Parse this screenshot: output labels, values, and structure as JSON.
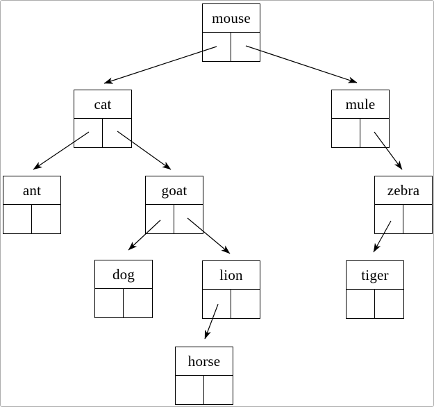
{
  "diagram": {
    "type": "linked-binary-tree",
    "description": "Binary tree node diagram; each node is a record with a name field and two pointer cells (left, right); arrows point from pointer cells to child nodes",
    "colors": {
      "line": "#000000",
      "node_border": "#000000",
      "background": "#ffffff",
      "frame_border": "#adadad"
    },
    "nodes": [
      {
        "label": "mouse",
        "left_child": "cat",
        "right_child": "mule"
      },
      {
        "label": "cat",
        "left_child": "ant",
        "right_child": "goat"
      },
      {
        "label": "mule",
        "left_child": null,
        "right_child": "zebra"
      },
      {
        "label": "ant",
        "left_child": null,
        "right_child": null
      },
      {
        "label": "goat",
        "left_child": "dog",
        "right_child": "lion"
      },
      {
        "label": "zebra",
        "left_child": "tiger",
        "right_child": null
      },
      {
        "label": "dog",
        "left_child": null,
        "right_child": null
      },
      {
        "label": "lion",
        "left_child": "horse",
        "right_child": null
      },
      {
        "label": "tiger",
        "left_child": null,
        "right_child": null
      },
      {
        "label": "horse",
        "left_child": null,
        "right_child": null
      }
    ],
    "edges": [
      {
        "from": "mouse",
        "slot": "left",
        "to": "cat"
      },
      {
        "from": "mouse",
        "slot": "right",
        "to": "mule"
      },
      {
        "from": "cat",
        "slot": "left",
        "to": "ant"
      },
      {
        "from": "cat",
        "slot": "right",
        "to": "goat"
      },
      {
        "from": "mule",
        "slot": "right",
        "to": "zebra"
      },
      {
        "from": "goat",
        "slot": "left",
        "to": "dog"
      },
      {
        "from": "goat",
        "slot": "right",
        "to": "lion"
      },
      {
        "from": "zebra",
        "slot": "left",
        "to": "tiger"
      },
      {
        "from": "lion",
        "slot": "left",
        "to": "horse"
      }
    ]
  }
}
